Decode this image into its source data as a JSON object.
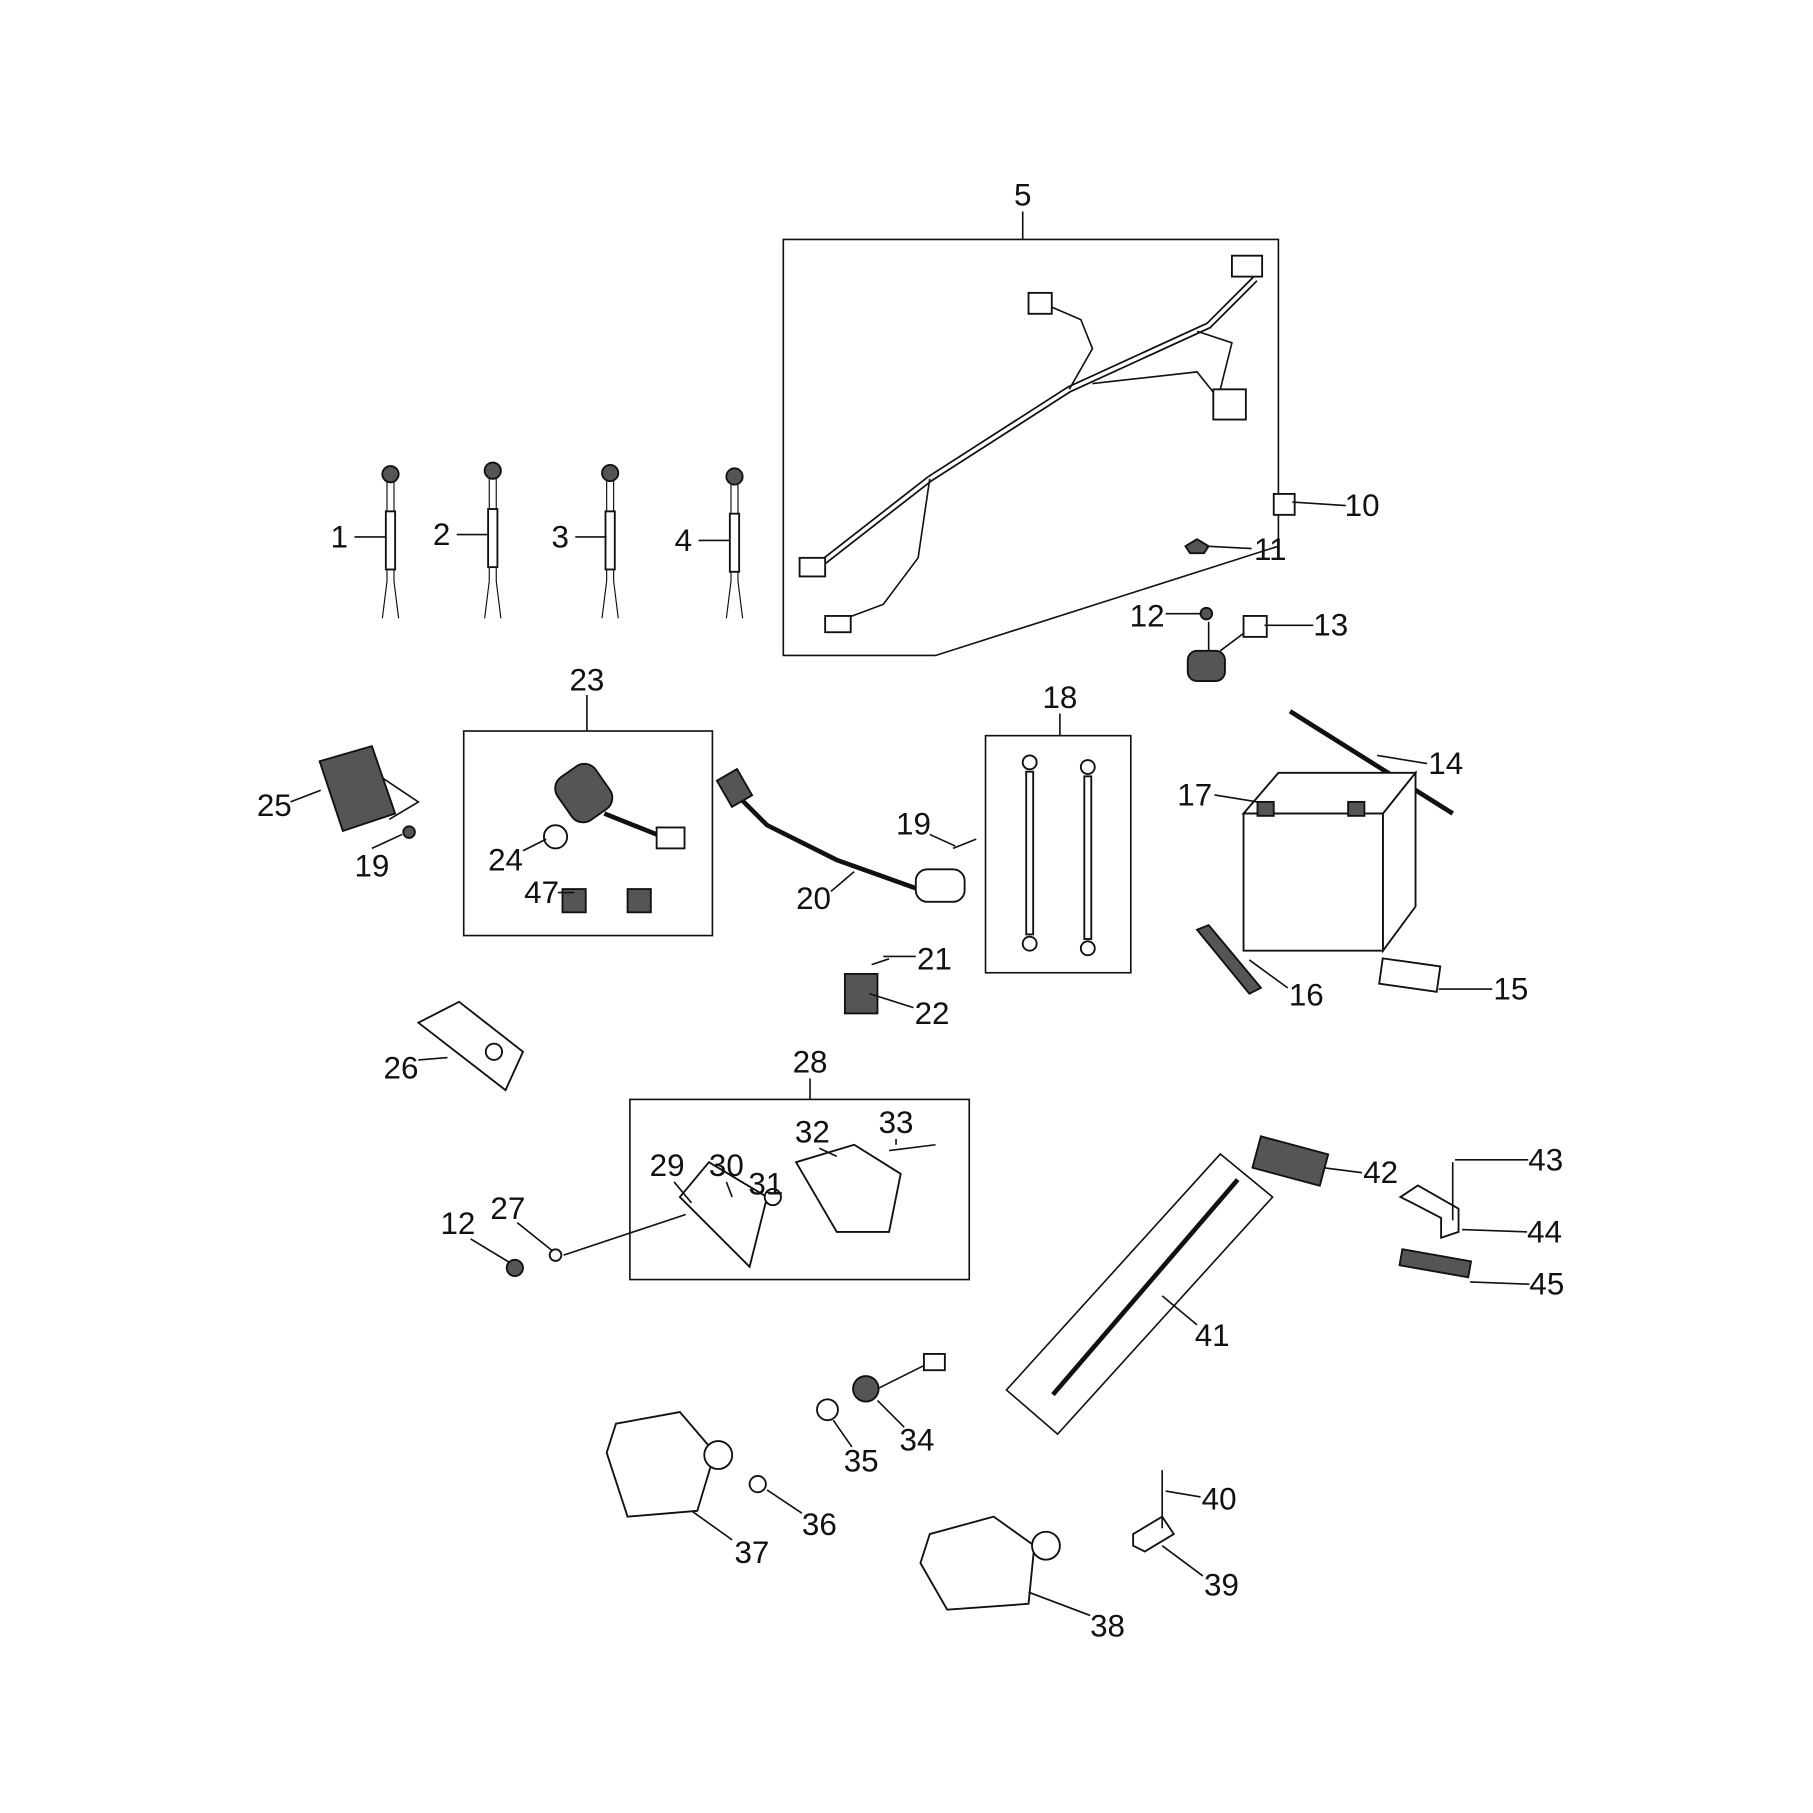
{
  "diagram": {
    "type": "exploded-parts-diagram",
    "callouts": [
      "1",
      "2",
      "3",
      "4",
      "5",
      "10",
      "11",
      "12",
      "13",
      "14",
      "15",
      "16",
      "17",
      "18",
      "19",
      "19",
      "20",
      "21",
      "22",
      "23",
      "24",
      "25",
      "26",
      "27",
      "28",
      "29",
      "30",
      "31",
      "32",
      "33",
      "34",
      "35",
      "36",
      "37",
      "38",
      "39",
      "40",
      "41",
      "42",
      "43",
      "44",
      "45",
      "47",
      "12"
    ]
  }
}
